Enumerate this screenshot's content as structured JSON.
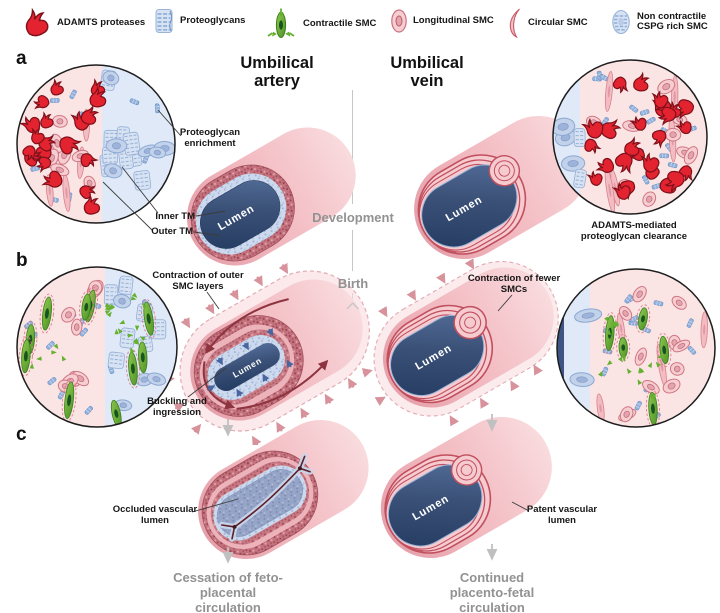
{
  "legend": {
    "items": [
      {
        "label": "ADAMTS proteases"
      },
      {
        "label": "Proteoglycans"
      },
      {
        "label": "Contractile SMC"
      },
      {
        "label": "Longitudinal SMC"
      },
      {
        "label": "Circular SMC"
      },
      {
        "label": "Non contractile CSPG rich SMC"
      }
    ]
  },
  "panels": {
    "a": "a",
    "b": "b",
    "c": "c"
  },
  "columns": {
    "artery_title": "Umbilical artery",
    "vein_title": "Umbilical vein"
  },
  "timeline": {
    "development": "Development",
    "birth": "Birth"
  },
  "labels": {
    "lumen": "Lumen",
    "proteoglycan_enrichment": "Proteoglycan enrichment",
    "inner_tm": "Inner TM",
    "outer_tm": "Outer TM",
    "adamts_clearance": "ADAMTS-mediated proteoglycan clearance",
    "contraction_outer": "Contraction of outer SMC layers",
    "buckling": "Buckling and ingression",
    "contraction_fewer": "Contraction of fewer SMCs",
    "occluded": "Occluded vascular lumen",
    "patent": "Patent vascular lumen",
    "cessation": "Cessation of feto-placental circulation",
    "continued": "Continued placento-fetal circulation"
  },
  "colors": {
    "adamts_red": "#e32330",
    "proteoglycan_blue": "#93b2dc",
    "contractile_green": "#6fb03a",
    "smc_pink": "#f2b9bf",
    "lumen_navy": "#33496e",
    "muted_gray": "#929292"
  }
}
